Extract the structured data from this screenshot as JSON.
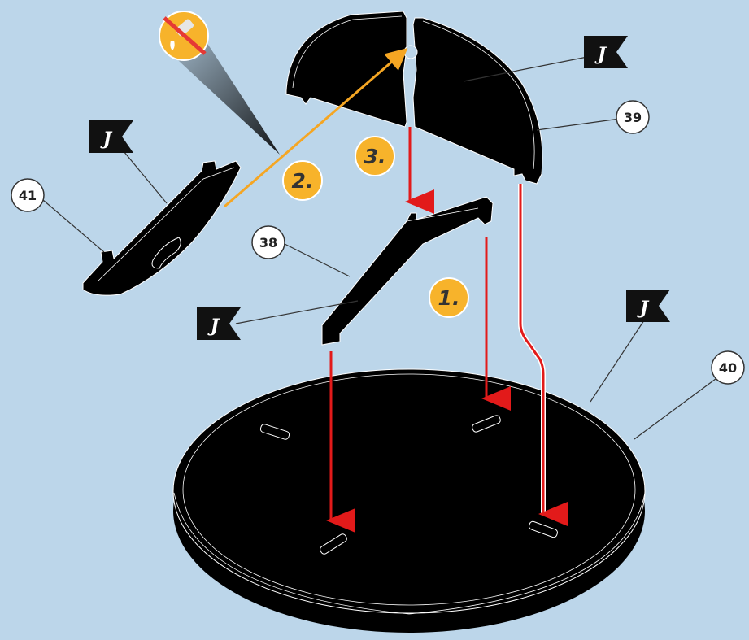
{
  "parts": {
    "p38": "38",
    "p39": "39",
    "p40": "40",
    "p41": "41"
  },
  "steps": {
    "s1": "1.",
    "s2": "2.",
    "s3": "3."
  },
  "flag_letter": "J",
  "icons": {
    "warning": "no-glue-icon",
    "flag": "flag-icon"
  },
  "colors": {
    "background": "#bcd6ea",
    "parts": "#000000",
    "arrow_red": "#e21a1a",
    "arrow_orange": "#f5a623",
    "step_badge": "#f7b32b",
    "no_symbol": "#e53935"
  }
}
